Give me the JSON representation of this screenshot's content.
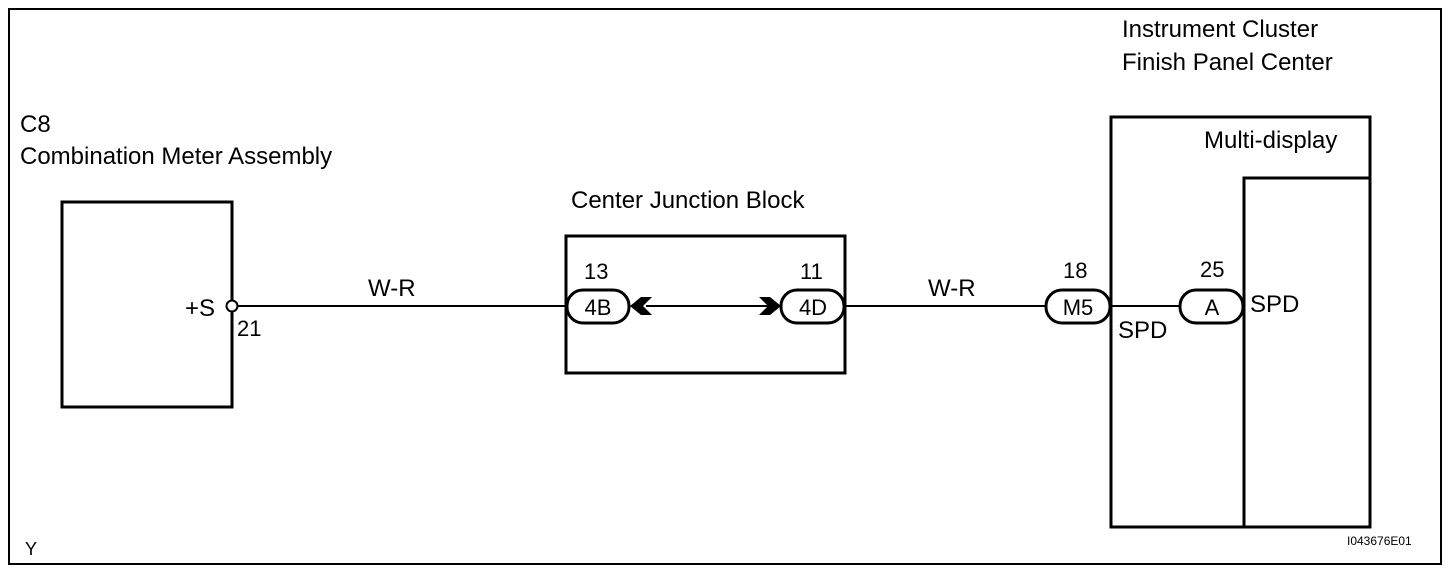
{
  "meter": {
    "code": "C8",
    "name": "Combination Meter Assembly",
    "terminal": "+S",
    "pin": "21"
  },
  "junction": {
    "title": "Center Junction Block",
    "left_connector": "4B",
    "left_pin": "13",
    "right_connector": "4D",
    "right_pin": "11"
  },
  "wires": {
    "left_color": "W-R",
    "right_color": "W-R"
  },
  "cluster": {
    "title_line1": "Instrument Cluster",
    "title_line2": "Finish Panel Center",
    "connector": "M5",
    "pin": "18",
    "terminal": "SPD"
  },
  "multidisplay": {
    "title": "Multi-display",
    "connector": "A",
    "pin": "25",
    "terminal": "SPD"
  },
  "corner_letter": "Y",
  "figure_code": "I043676E01"
}
